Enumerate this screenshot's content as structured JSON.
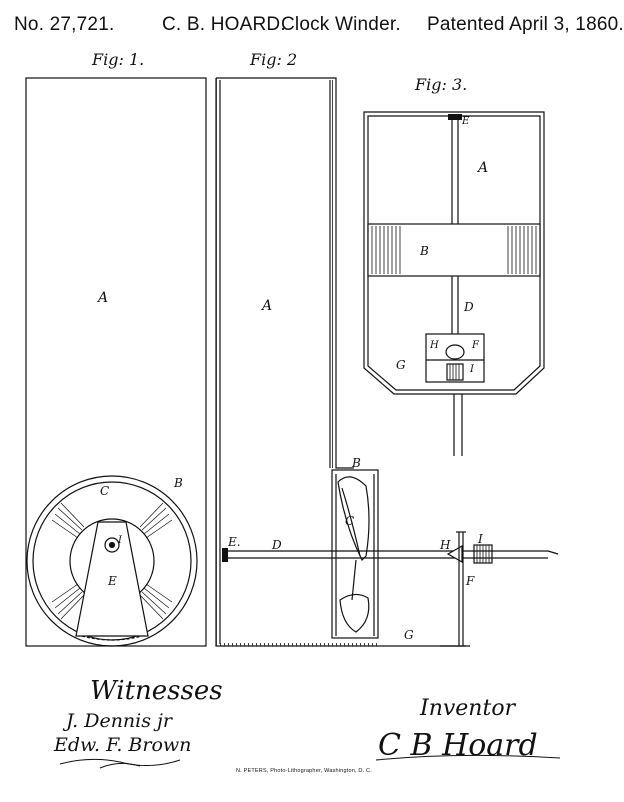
{
  "header": {
    "patent_number": "No. 27,721.",
    "inventor_name": "C. B. HOARD.",
    "title": "Clock Winder.",
    "date": "Patented April 3, 1860."
  },
  "figures": {
    "fig1": {
      "title": "Fig: 1.",
      "labels": {
        "A": "A",
        "B": "B",
        "C": "C",
        "E": "E",
        "I": "I"
      }
    },
    "fig2": {
      "title": "Fig: 2",
      "labels": {
        "A": "A",
        "B": "B",
        "C": "C",
        "D": "D",
        "E": "E.",
        "F": "F",
        "G": "G",
        "H": "H",
        "I": "I"
      }
    },
    "fig3": {
      "title": "Fig: 3.",
      "labels": {
        "A": "A",
        "B": "B",
        "D": "D",
        "E": "E",
        "F": "F",
        "G": "G",
        "H": "H",
        "I": "I"
      }
    }
  },
  "signatures": {
    "witnesses_title": "Witnesses",
    "witness_1": "J. Dennis jr",
    "witness_2": "Edw. F. Brown",
    "inventor_title": "Inventor",
    "inventor_signature": "C B Hoard"
  },
  "credit": "N. PETERS, Photo-Lithographer, Washington, D. C.",
  "colors": {
    "ink": "#111111",
    "paper": "#ffffff"
  }
}
